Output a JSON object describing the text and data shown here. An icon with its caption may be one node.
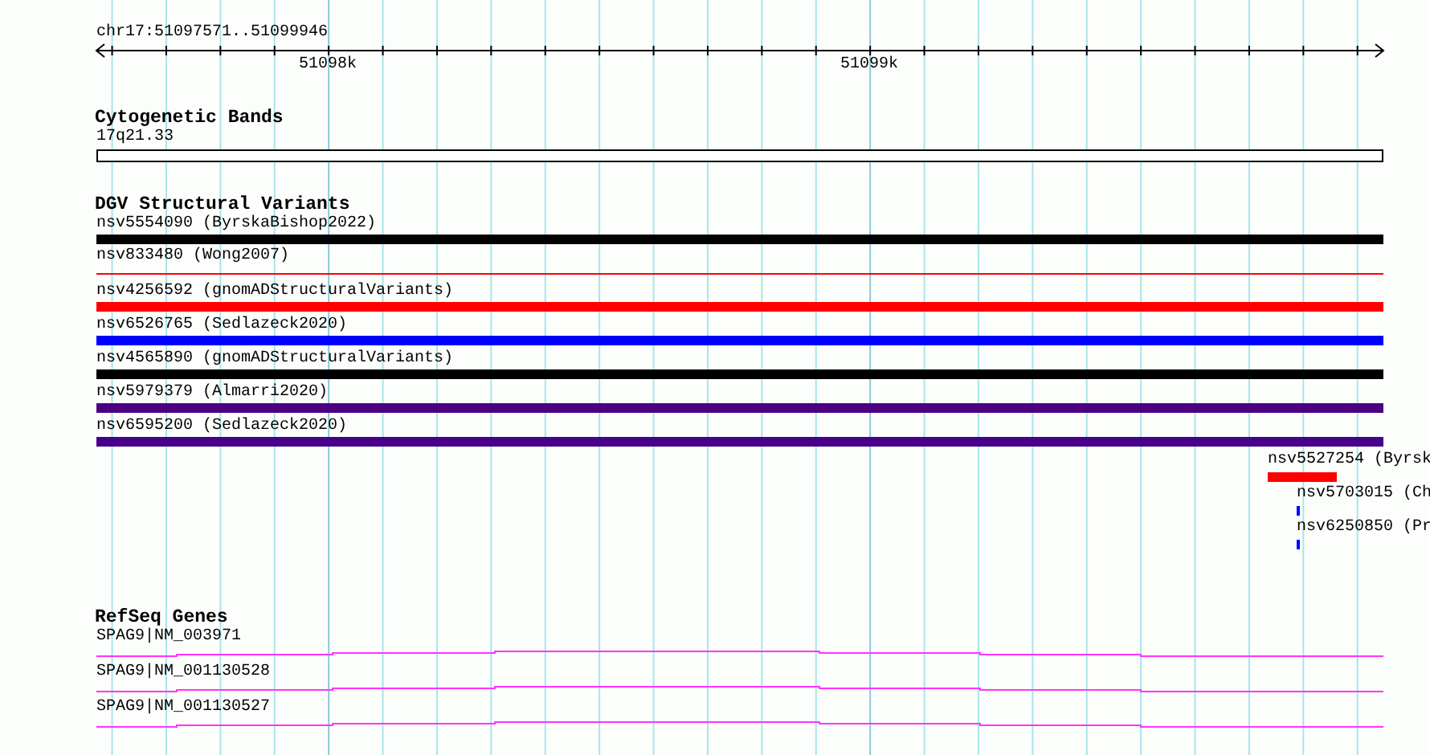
{
  "diagram": {
    "nodes": [
      {
        "text": [
          "17q21.33"
        ]
      },
      {
        "text": [
          "nsv5554090 (ByrskaBishop2022)"
        ]
      },
      {
        "text": [
          "nsv833480 (Wong2007)"
        ]
      },
      {
        "text": [
          "nsv4256592 (gnomADStructuralVariants)"
        ]
      },
      {
        "text": [
          "nsv6526765 (Sedlazeck2020)"
        ]
      },
      {
        "text": [
          "nsv4565890 (gnomADStructuralVariants)"
        ]
      },
      {
        "text": [
          "nsv5979379 (Almarri2020)"
        ]
      },
      {
        "text": [
          "nsv6595200 (Sedlazeck2020)"
        ]
      },
      {
        "text": [
          "nsv5527254 (Byrsk"
        ]
      },
      {
        "text": [
          "nsv5703015 (Ch"
        ]
      },
      {
        "text": [
          "nsv6250850 (Pr"
        ]
      },
      {
        "text": [
          "SPAG9|NM_003971"
        ]
      },
      {
        "text": [
          "SPAG9|NM_001130528"
        ]
      },
      {
        "text": [
          "SPAG9|NM_001130527"
        ]
      }
    ],
    "labels": [
      "chr17:51097571..51099946",
      "51098k",
      "51099k",
      "Cytogenetic Bands",
      "DGV Structural Variants",
      "RefSeq Genes"
    ]
  }
}
